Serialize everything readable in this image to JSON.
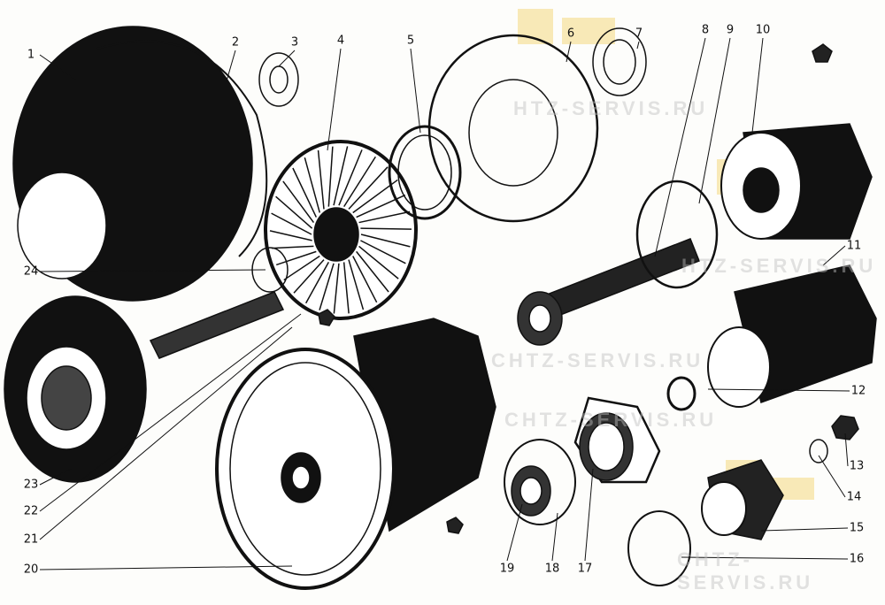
{
  "watermarks": [
    "HTZ-SERVIS.RU",
    "HTZ-SERVIS.RU",
    "CHTZ-SERVIS.RU",
    "CHTZ-SERVIS.RU",
    "CHTZ-SERVIS.RU"
  ],
  "callouts": [
    "1",
    "2",
    "3",
    "4",
    "5",
    "6",
    "7",
    "8",
    "9",
    "10",
    "11",
    "12",
    "13",
    "14",
    "15",
    "16",
    "17",
    "18",
    "19",
    "20",
    "21",
    "22",
    "23",
    "24"
  ],
  "colors": {
    "ink": "#111111",
    "watermark_logo": "#f5dc8a"
  }
}
